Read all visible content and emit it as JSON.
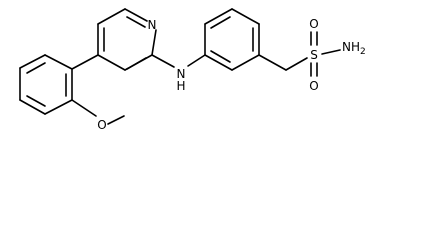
{
  "molecule": {
    "labels": {
      "pyridine_n": "N",
      "amine": "H",
      "amine_n": "N",
      "sulfonamide": "NH",
      "sulfonamide_sub": "2",
      "sulfur": "S",
      "oxygen_top": "O",
      "oxygen_bottom": "O",
      "methoxy_o": "O"
    },
    "colors": {
      "bond": "#000000",
      "label": "#000000",
      "background": "#ffffff"
    }
  }
}
